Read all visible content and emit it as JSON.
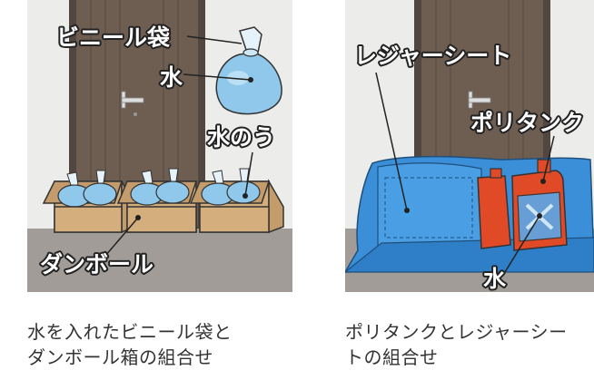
{
  "left_panel": {
    "labels": {
      "bag": "ビニール袋",
      "water": "水",
      "sandbag": "水のう",
      "box": "ダンボール"
    },
    "caption": [
      "水を入れたビニール袋と",
      "ダンボール箱の組合せ"
    ]
  },
  "right_panel": {
    "labels": {
      "sheet": "レジャーシート",
      "tank": "ポリタンク",
      "water": "水"
    },
    "caption": [
      "ポリタンクとレジャーシー",
      "トの組合せ"
    ]
  },
  "colors": {
    "wall": "#ececea",
    "door": "#6e5e52",
    "floor": "#a29c98",
    "cardboard": "#d4ae7d",
    "water_bag": "#8fc8ea",
    "sheet": "#3a8fd8",
    "tank": "#e04a26"
  }
}
